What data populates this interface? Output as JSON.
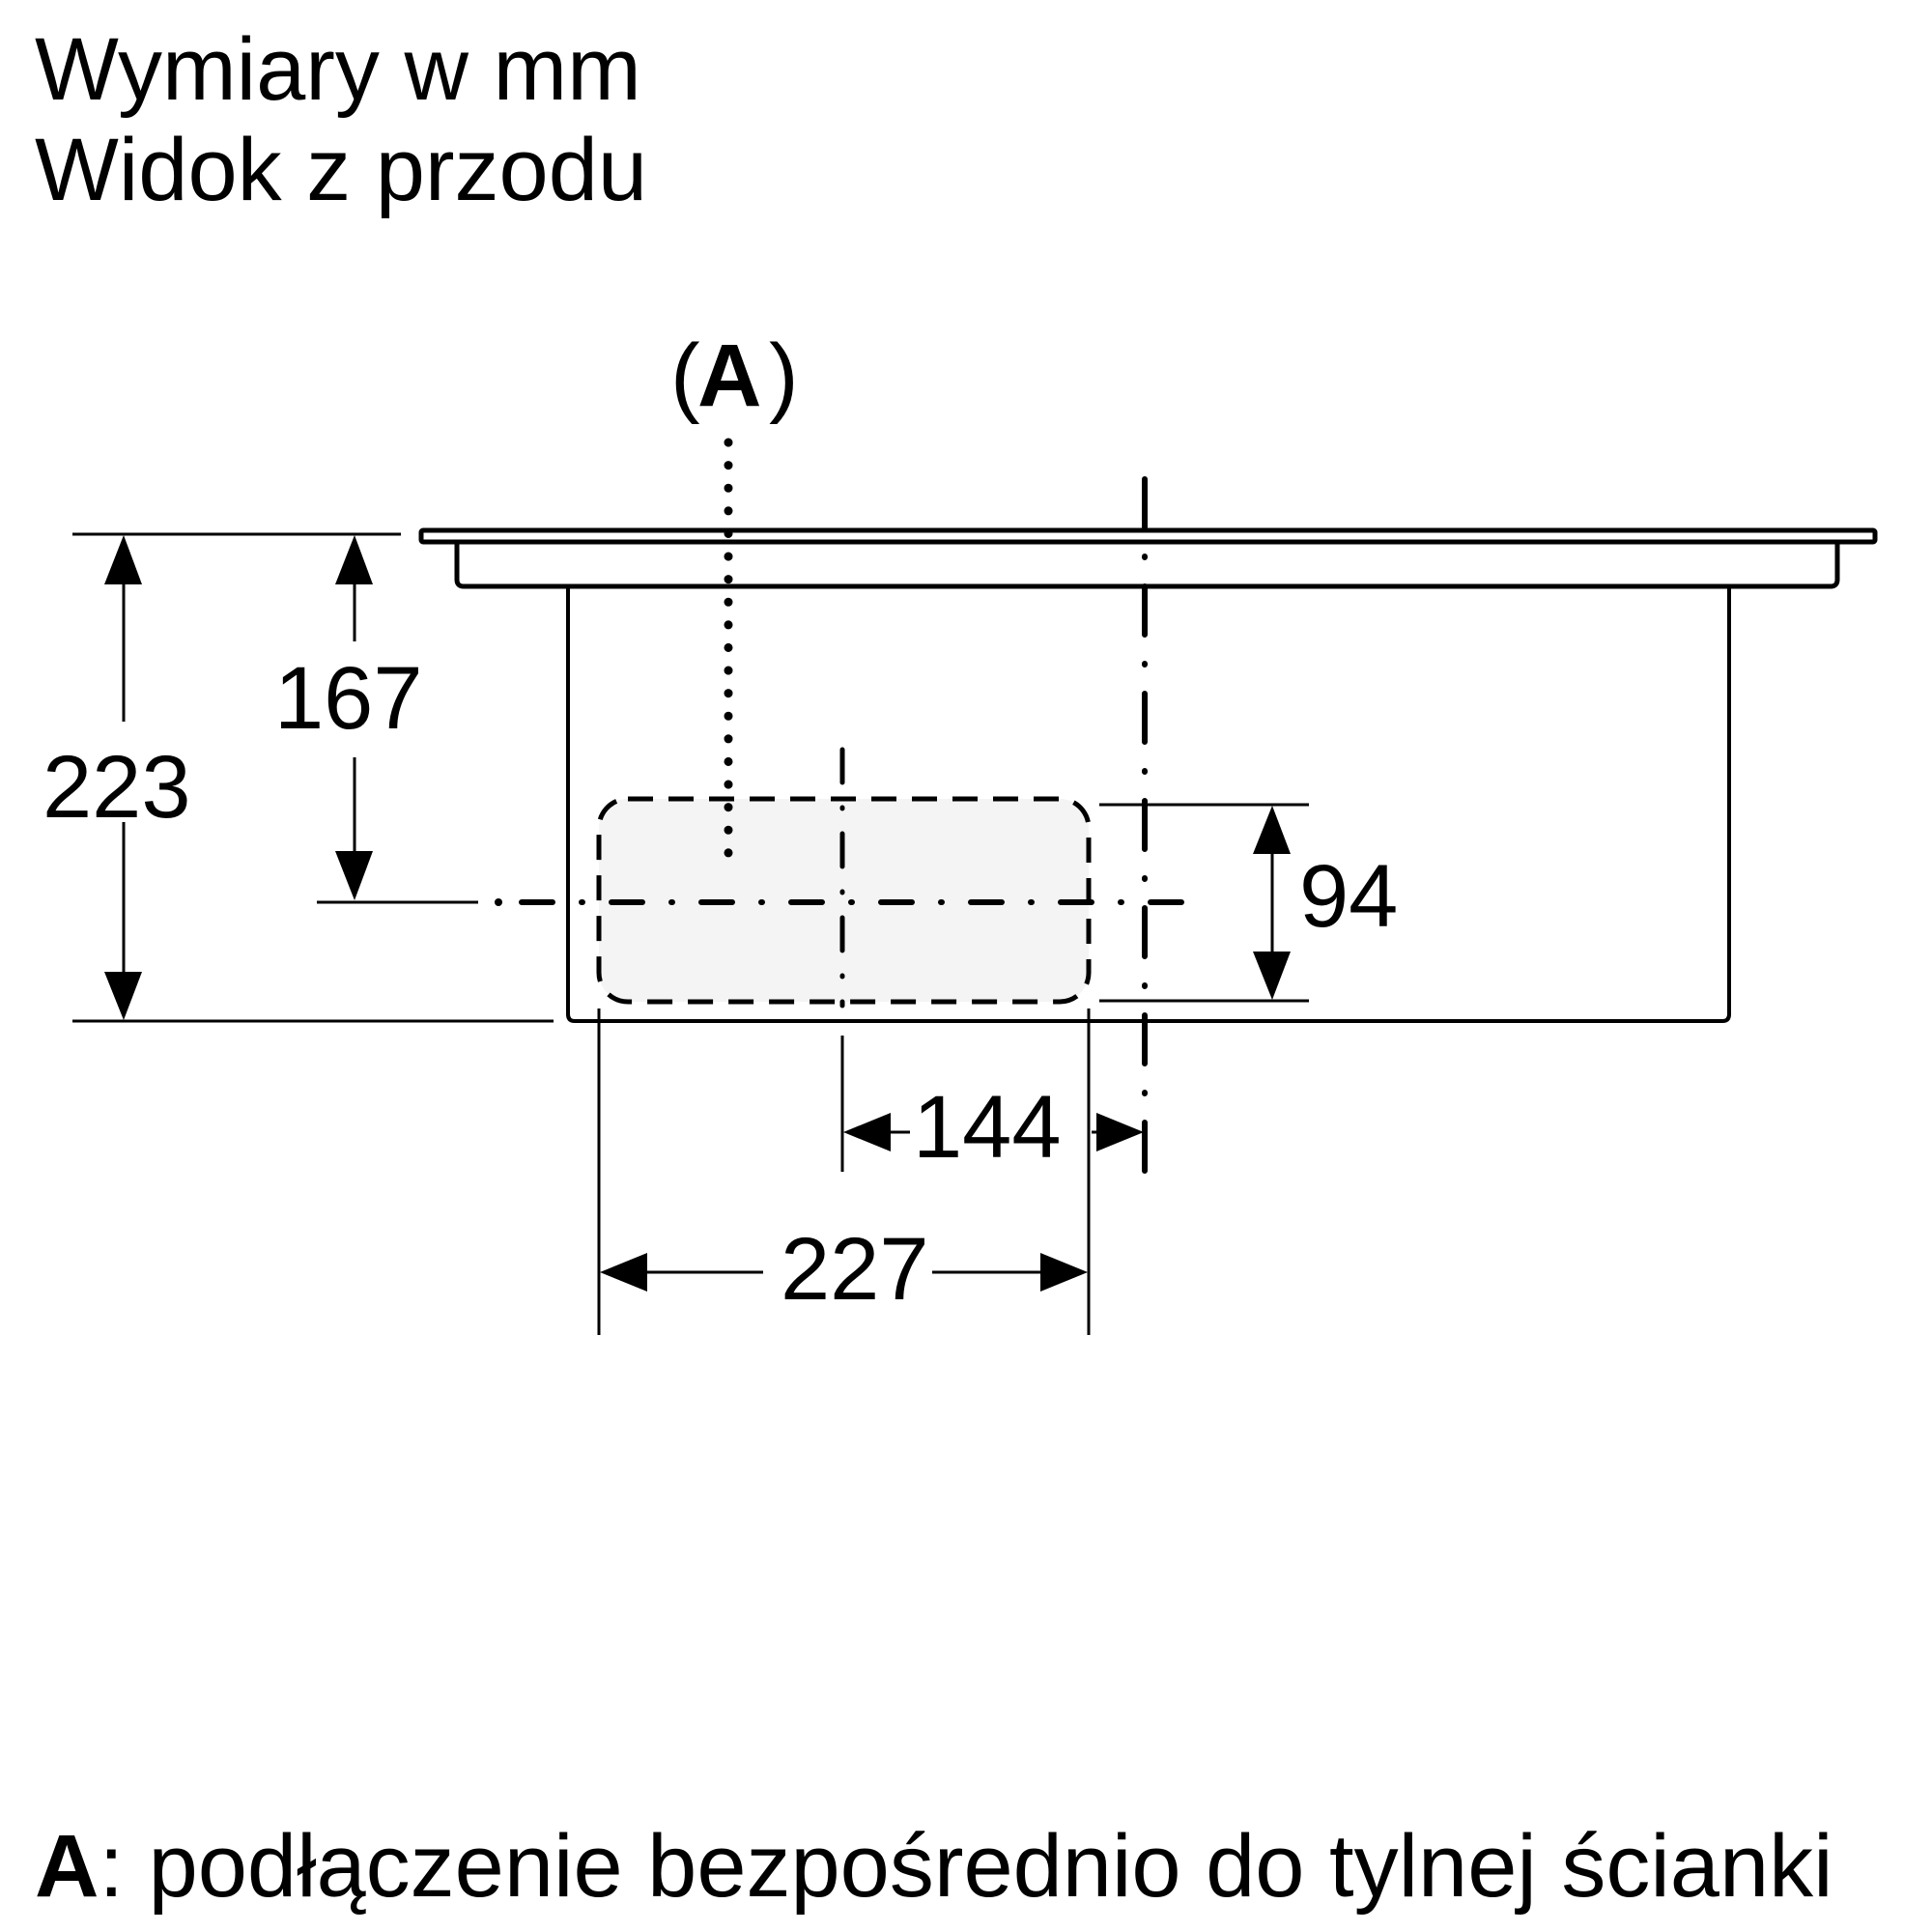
{
  "header": {
    "line1": "Wymiary w mm",
    "line2": "Widok z przodu"
  },
  "drawing": {
    "callout_label_open": "(",
    "callout_label_letter": "A",
    "callout_label_close": ")",
    "dimensions": {
      "total_height": "223",
      "height_to_center": "167",
      "opening_height": "94",
      "offset_to_axis": "144",
      "opening_width": "227"
    },
    "colors": {
      "line": "#000000",
      "opening_fill": "#f4f4f4",
      "background": "#ffffff"
    }
  },
  "legend": {
    "key": "A",
    "separator": ":",
    "text": " podłączenie bezpośrednio do tylnej ścianki"
  }
}
